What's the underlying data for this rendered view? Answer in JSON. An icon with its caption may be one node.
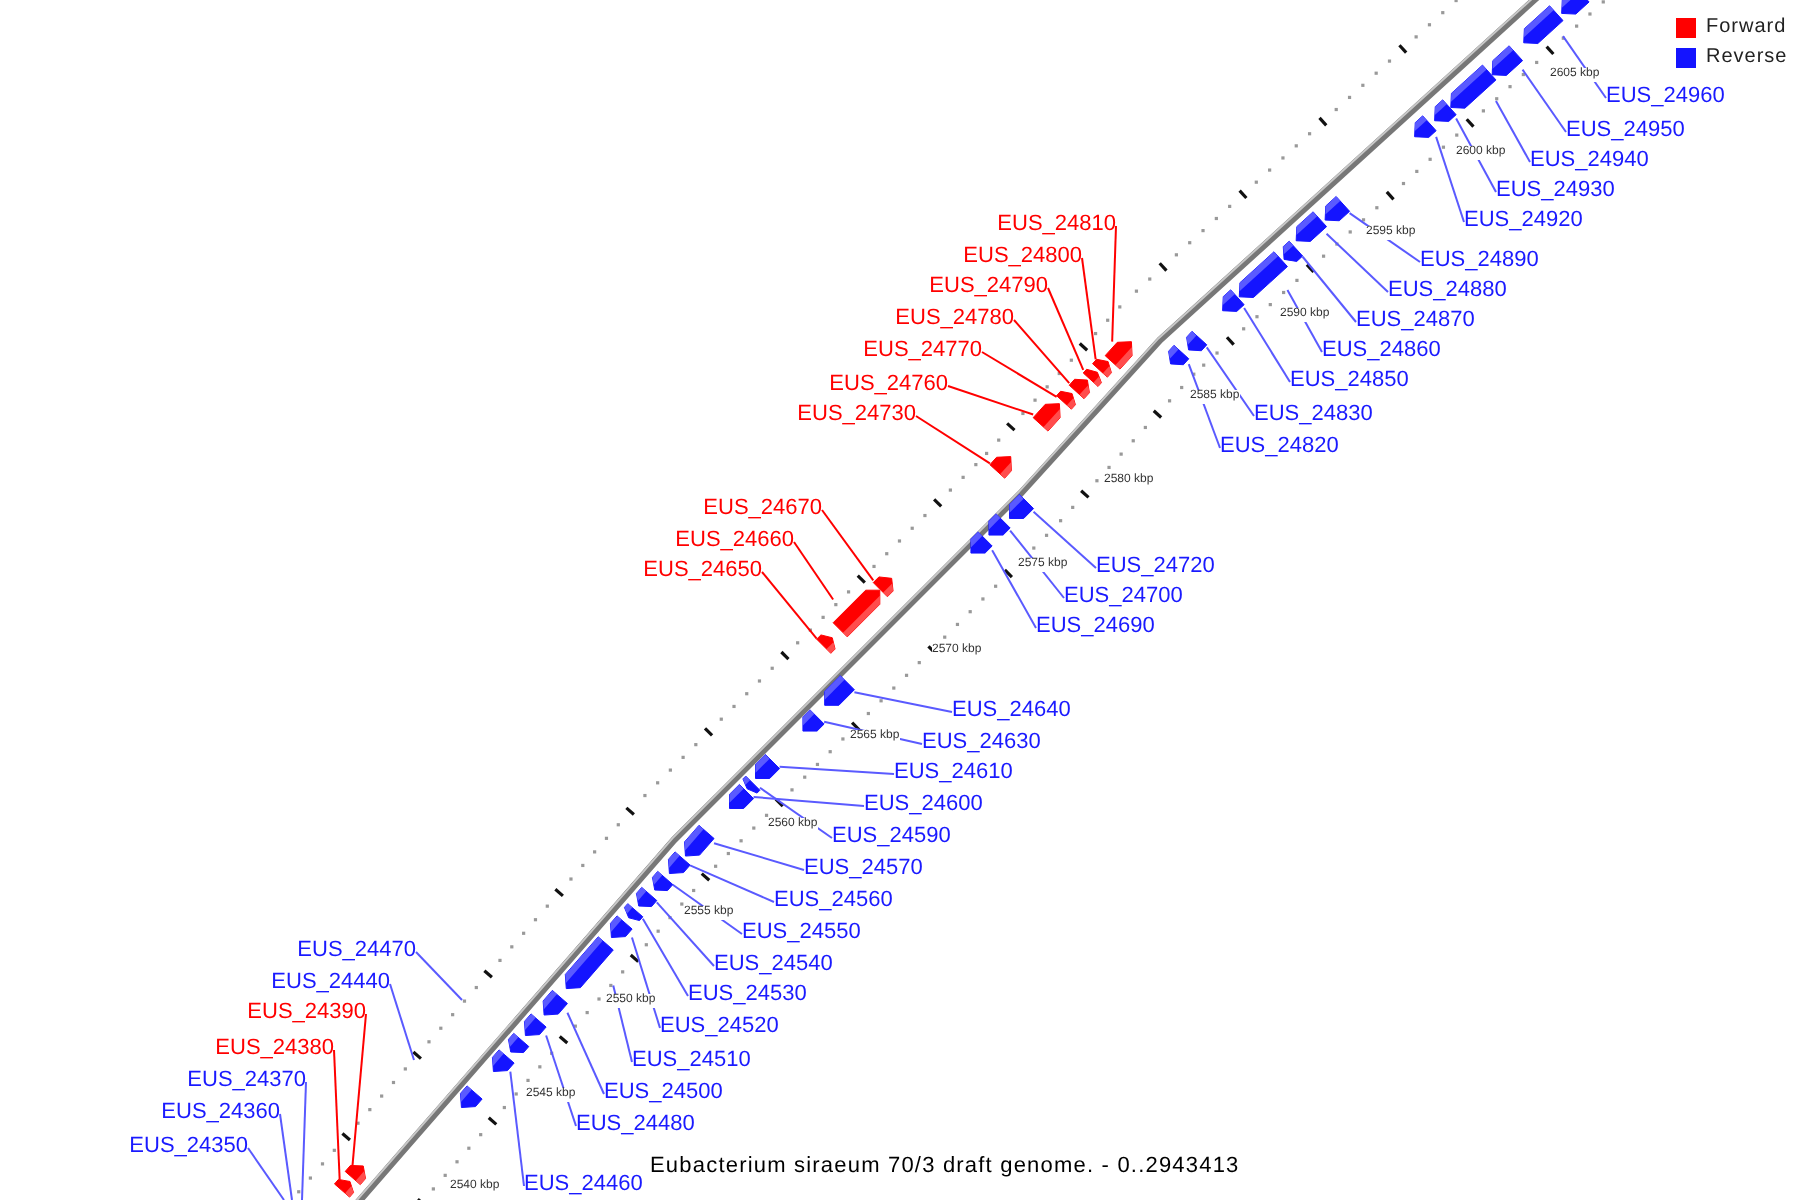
{
  "diagram": {
    "caption": "Eubacterium siraeum 70/3 draft genome. - 0..2943413",
    "nodes": [
      {
        "text": [
          "EUS_24960"
        ]
      },
      {
        "text": [
          "EUS_24950"
        ]
      },
      {
        "text": [
          "EUS_24940"
        ]
      },
      {
        "text": [
          "EUS_24930"
        ]
      },
      {
        "text": [
          "EUS_24920"
        ]
      },
      {
        "text": [
          "EUS_24810"
        ]
      },
      {
        "text": [
          "EUS_24800"
        ]
      },
      {
        "text": [
          "EUS_24890"
        ]
      },
      {
        "text": [
          "EUS_24790"
        ]
      },
      {
        "text": [
          "EUS_24880"
        ]
      },
      {
        "text": [
          "EUS_24780"
        ]
      },
      {
        "text": [
          "EUS_24870"
        ]
      },
      {
        "text": [
          "EUS_24770"
        ]
      },
      {
        "text": [
          "EUS_24860"
        ]
      },
      {
        "text": [
          "EUS_24760"
        ]
      },
      {
        "text": [
          "EUS_24850"
        ]
      },
      {
        "text": [
          "EUS_24730"
        ]
      },
      {
        "text": [
          "EUS_24830"
        ]
      },
      {
        "text": [
          "EUS_24820"
        ]
      },
      {
        "text": [
          "EUS_24670"
        ]
      },
      {
        "text": [
          "EUS_24660"
        ]
      },
      {
        "text": [
          "EUS_24720"
        ]
      },
      {
        "text": [
          "EUS_24650"
        ]
      },
      {
        "text": [
          "EUS_24700"
        ]
      },
      {
        "text": [
          "EUS_24690"
        ]
      },
      {
        "text": [
          "EUS_24640"
        ]
      },
      {
        "text": [
          "EUS_24630"
        ]
      },
      {
        "text": [
          "EUS_24610"
        ]
      },
      {
        "text": [
          "EUS_24600"
        ]
      },
      {
        "text": [
          "EUS_24590"
        ]
      },
      {
        "text": [
          "EUS_24570"
        ]
      },
      {
        "text": [
          "EUS_24560"
        ]
      },
      {
        "text": [
          "EUS_24550"
        ]
      },
      {
        "text": [
          "EUS_24470"
        ]
      },
      {
        "text": [
          "EUS_24540"
        ]
      },
      {
        "text": [
          "EUS_24440"
        ]
      },
      {
        "text": [
          "EUS_24390"
        ]
      },
      {
        "text": [
          "EUS_24530"
        ]
      },
      {
        "text": [
          "EUS_24520"
        ]
      },
      {
        "text": [
          "EUS_24380"
        ]
      },
      {
        "text": [
          "EUS_24510"
        ]
      },
      {
        "text": [
          "EUS_24370"
        ]
      },
      {
        "text": [
          "EUS_24500"
        ]
      },
      {
        "text": [
          "EUS_24360"
        ]
      },
      {
        "text": [
          "EUS_24480"
        ]
      },
      {
        "text": [
          "EUS_24350"
        ]
      },
      {
        "text": [
          "EUS_24460"
        ]
      },
      {
        "text": [],
        "shape": "box"
      },
      {
        "text": [],
        "shape": "box"
      },
      {
        "text": [],
        "shape": "box"
      },
      {
        "text": [],
        "shape": "box"
      },
      {
        "text": [],
        "shape": "box"
      },
      {
        "text": [],
        "shape": "box"
      },
      {
        "text": [],
        "shape": "box"
      },
      {
        "text": [],
        "shape": "box"
      },
      {
        "text": [],
        "shape": "box"
      },
      {
        "text": [],
        "shape": "box"
      },
      {
        "text": [],
        "shape": "box"
      },
      {
        "text": [],
        "shape": "box"
      },
      {
        "text": [],
        "shape": "box"
      },
      {
        "text": [],
        "shape": "box"
      },
      {
        "text": [],
        "shape": "box"
      },
      {
        "text": [],
        "shape": "box"
      },
      {
        "text": [],
        "shape": "box"
      },
      {
        "text": [],
        "shape": "box"
      },
      {
        "text": [],
        "shape": "box"
      },
      {
        "text": [],
        "shape": "box"
      },
      {
        "text": [],
        "shape": "box"
      },
      {
        "text": [],
        "shape": "box"
      },
      {
        "text": [],
        "shape": "box"
      },
      {
        "text": [],
        "shape": "box"
      },
      {
        "text": [],
        "shape": "box"
      },
      {
        "text": [],
        "shape": "box"
      },
      {
        "text": [],
        "shape": "box"
      },
      {
        "text": [],
        "shape": "box"
      },
      {
        "text": [],
        "shape": "box"
      },
      {
        "text": [],
        "shape": "box"
      },
      {
        "text": [],
        "shape": "box"
      },
      {
        "text": [],
        "shape": "box"
      },
      {
        "text": [],
        "shape": "box"
      },
      {
        "text": [],
        "shape": "box"
      },
      {
        "text": [],
        "shape": "box"
      },
      {
        "text": [],
        "shape": "box"
      },
      {
        "text": [],
        "shape": "box"
      },
      {
        "text": [],
        "shape": "box"
      },
      {
        "text": [],
        "shape": "box"
      },
      {
        "text": [],
        "shape": "box"
      },
      {
        "text": [],
        "shape": "box"
      },
      {
        "text": [],
        "shape": "box"
      },
      {
        "text": [],
        "shape": "box"
      },
      {
        "text": [],
        "shape": "box"
      },
      {
        "text": [],
        "shape": "box"
      }
    ],
    "edges": [
      {
        "from": 0,
        "to": 48,
        "arrow": "none"
      },
      {
        "from": 1,
        "to": 49,
        "arrow": "none"
      },
      {
        "from": 2,
        "to": 50,
        "arrow": "none"
      },
      {
        "from": 3,
        "to": 51,
        "arrow": "none"
      },
      {
        "from": 4,
        "to": 52,
        "arrow": "none"
      },
      {
        "from": 5,
        "to": 60,
        "arrow": "none",
        "color": "#ff0000"
      },
      {
        "from": 6,
        "to": 61,
        "arrow": "none",
        "color": "#ff0000"
      },
      {
        "from": 7,
        "to": 53,
        "arrow": "none"
      },
      {
        "from": 8,
        "to": 62,
        "arrow": "none",
        "color": "#ff0000"
      },
      {
        "from": 9,
        "to": 54,
        "arrow": "none"
      },
      {
        "from": 10,
        "to": 63,
        "arrow": "none",
        "color": "#ff0000"
      },
      {
        "from": 11,
        "to": 55,
        "arrow": "none"
      },
      {
        "from": 12,
        "to": 64,
        "arrow": "none",
        "color": "#ff0000"
      },
      {
        "from": 13,
        "to": 56,
        "arrow": "none"
      },
      {
        "from": 14,
        "to": 65,
        "arrow": "none",
        "color": "#ff0000"
      },
      {
        "from": 15,
        "to": 57,
        "arrow": "none"
      },
      {
        "from": 16,
        "to": 66,
        "arrow": "none",
        "color": "#ff0000"
      },
      {
        "from": 17,
        "to": 58,
        "arrow": "none"
      },
      {
        "from": 18,
        "to": 59,
        "arrow": "none"
      },
      {
        "from": 19,
        "to": 70,
        "arrow": "none",
        "color": "#ff0000"
      },
      {
        "from": 20,
        "to": 71,
        "arrow": "none",
        "color": "#ff0000"
      },
      {
        "from": 21,
        "to": 67,
        "arrow": "none"
      },
      {
        "from": 22,
        "to": 72,
        "arrow": "none",
        "color": "#ff0000"
      },
      {
        "from": 23,
        "to": 68,
        "arrow": "none"
      },
      {
        "from": 24,
        "to": 69,
        "arrow": "none"
      },
      {
        "from": 25,
        "to": 73,
        "arrow": "none"
      },
      {
        "from": 26,
        "to": 74,
        "arrow": "none"
      },
      {
        "from": 27,
        "to": 75,
        "arrow": "none"
      },
      {
        "from": 28,
        "to": 77,
        "arrow": "none"
      },
      {
        "from": 29,
        "to": 76,
        "arrow": "none"
      },
      {
        "from": 30,
        "to": 78,
        "arrow": "none"
      },
      {
        "from": 31,
        "to": 79,
        "arrow": "none"
      },
      {
        "from": 32,
        "to": 80,
        "arrow": "none"
      },
      {
        "from": 33,
        "to": null,
        "arrow": "none"
      },
      {
        "from": 34,
        "to": 81,
        "arrow": "none"
      },
      {
        "from": 35,
        "to": null,
        "arrow": "none"
      },
      {
        "from": 36,
        "to": 90,
        "arrow": "none",
        "color": "#ff0000"
      },
      {
        "from": 37,
        "to": 82,
        "arrow": "none"
      },
      {
        "from": 38,
        "to": 83,
        "arrow": "none"
      },
      {
        "from": 39,
        "to": 91,
        "arrow": "none",
        "color": "#ff0000"
      },
      {
        "from": 40,
        "to": 84,
        "arrow": "none"
      },
      {
        "from": 41,
        "to": null,
        "arrow": "none"
      },
      {
        "from": 42,
        "to": 85,
        "arrow": "none"
      },
      {
        "from": 43,
        "to": null,
        "arrow": "none"
      },
      {
        "from": 44,
        "to": 86,
        "arrow": "none"
      },
      {
        "from": 45,
        "to": null,
        "arrow": "none"
      },
      {
        "from": 46,
        "to": 88,
        "arrow": "none"
      }
    ],
    "labels": [
      "2605 kbp",
      "2600 kbp",
      "2595 kbp",
      "2590 kbp",
      "2585 kbp",
      "2580 kbp",
      "2575 kbp",
      "2570 kbp",
      "2565 kbp",
      "2560 kbp",
      "2555 kbp",
      "2550 kbp",
      "2545 kbp",
      "2540 kbp"
    ],
    "legend": [
      {
        "text": "Forward",
        "color": "#ff0000"
      },
      {
        "text": "Reverse",
        "color": "#1414ff"
      }
    ]
  }
}
